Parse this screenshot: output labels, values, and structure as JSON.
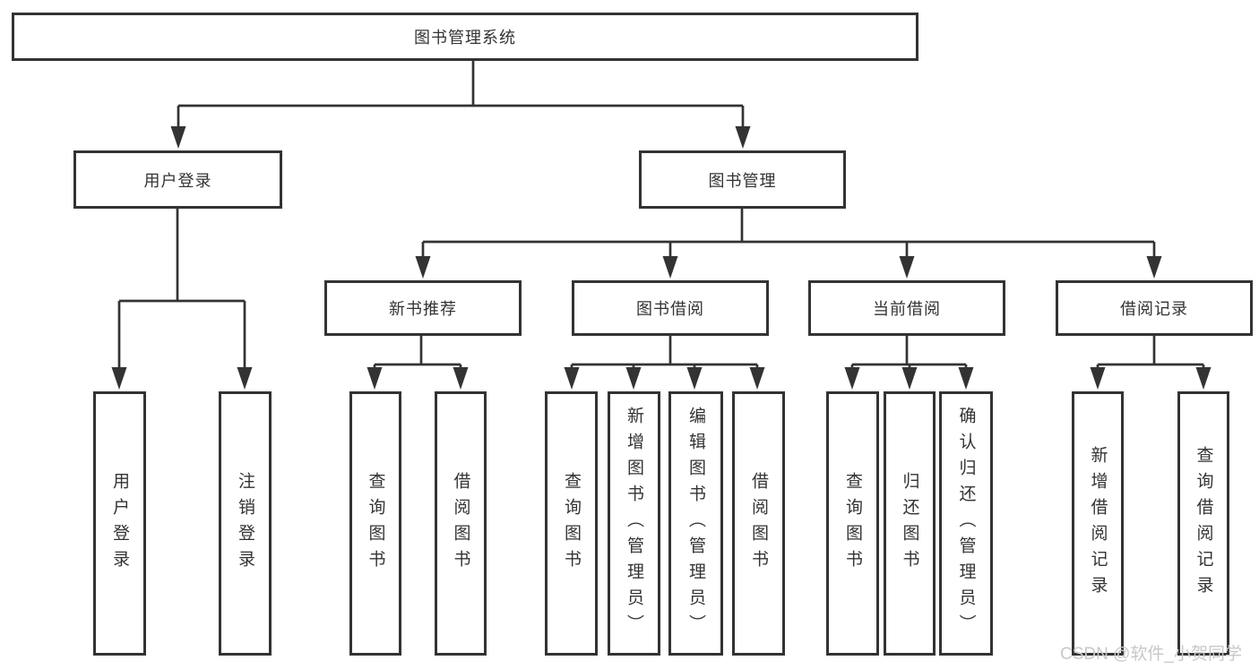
{
  "diagram": {
    "root": {
      "label": "图书管理系统"
    },
    "level2": [
      {
        "label": "用户登录"
      },
      {
        "label": "图书管理"
      }
    ],
    "level3": [
      {
        "label": "新书推荐"
      },
      {
        "label": "图书借阅"
      },
      {
        "label": "当前借阅"
      },
      {
        "label": "借阅记录"
      }
    ],
    "leaves": {
      "user": [
        "用户登录",
        "注销登录"
      ],
      "recommend": [
        "查询图书",
        "借阅图书"
      ],
      "borrow": [
        "查询图书",
        "新增图书（管理员）",
        "编辑图书（管理员）",
        "借阅图书"
      ],
      "current": [
        "查询图书",
        "归还图书",
        "确认归还（管理员）"
      ],
      "records": [
        "新增借阅记录",
        "查询借阅记录"
      ]
    },
    "watermark": "CSDN @软件_小贺同学",
    "colors": {
      "line": "#333333",
      "box_border": "#333333",
      "text": "#333333",
      "watermark": "#c8c8c8",
      "background": "#ffffff"
    }
  }
}
